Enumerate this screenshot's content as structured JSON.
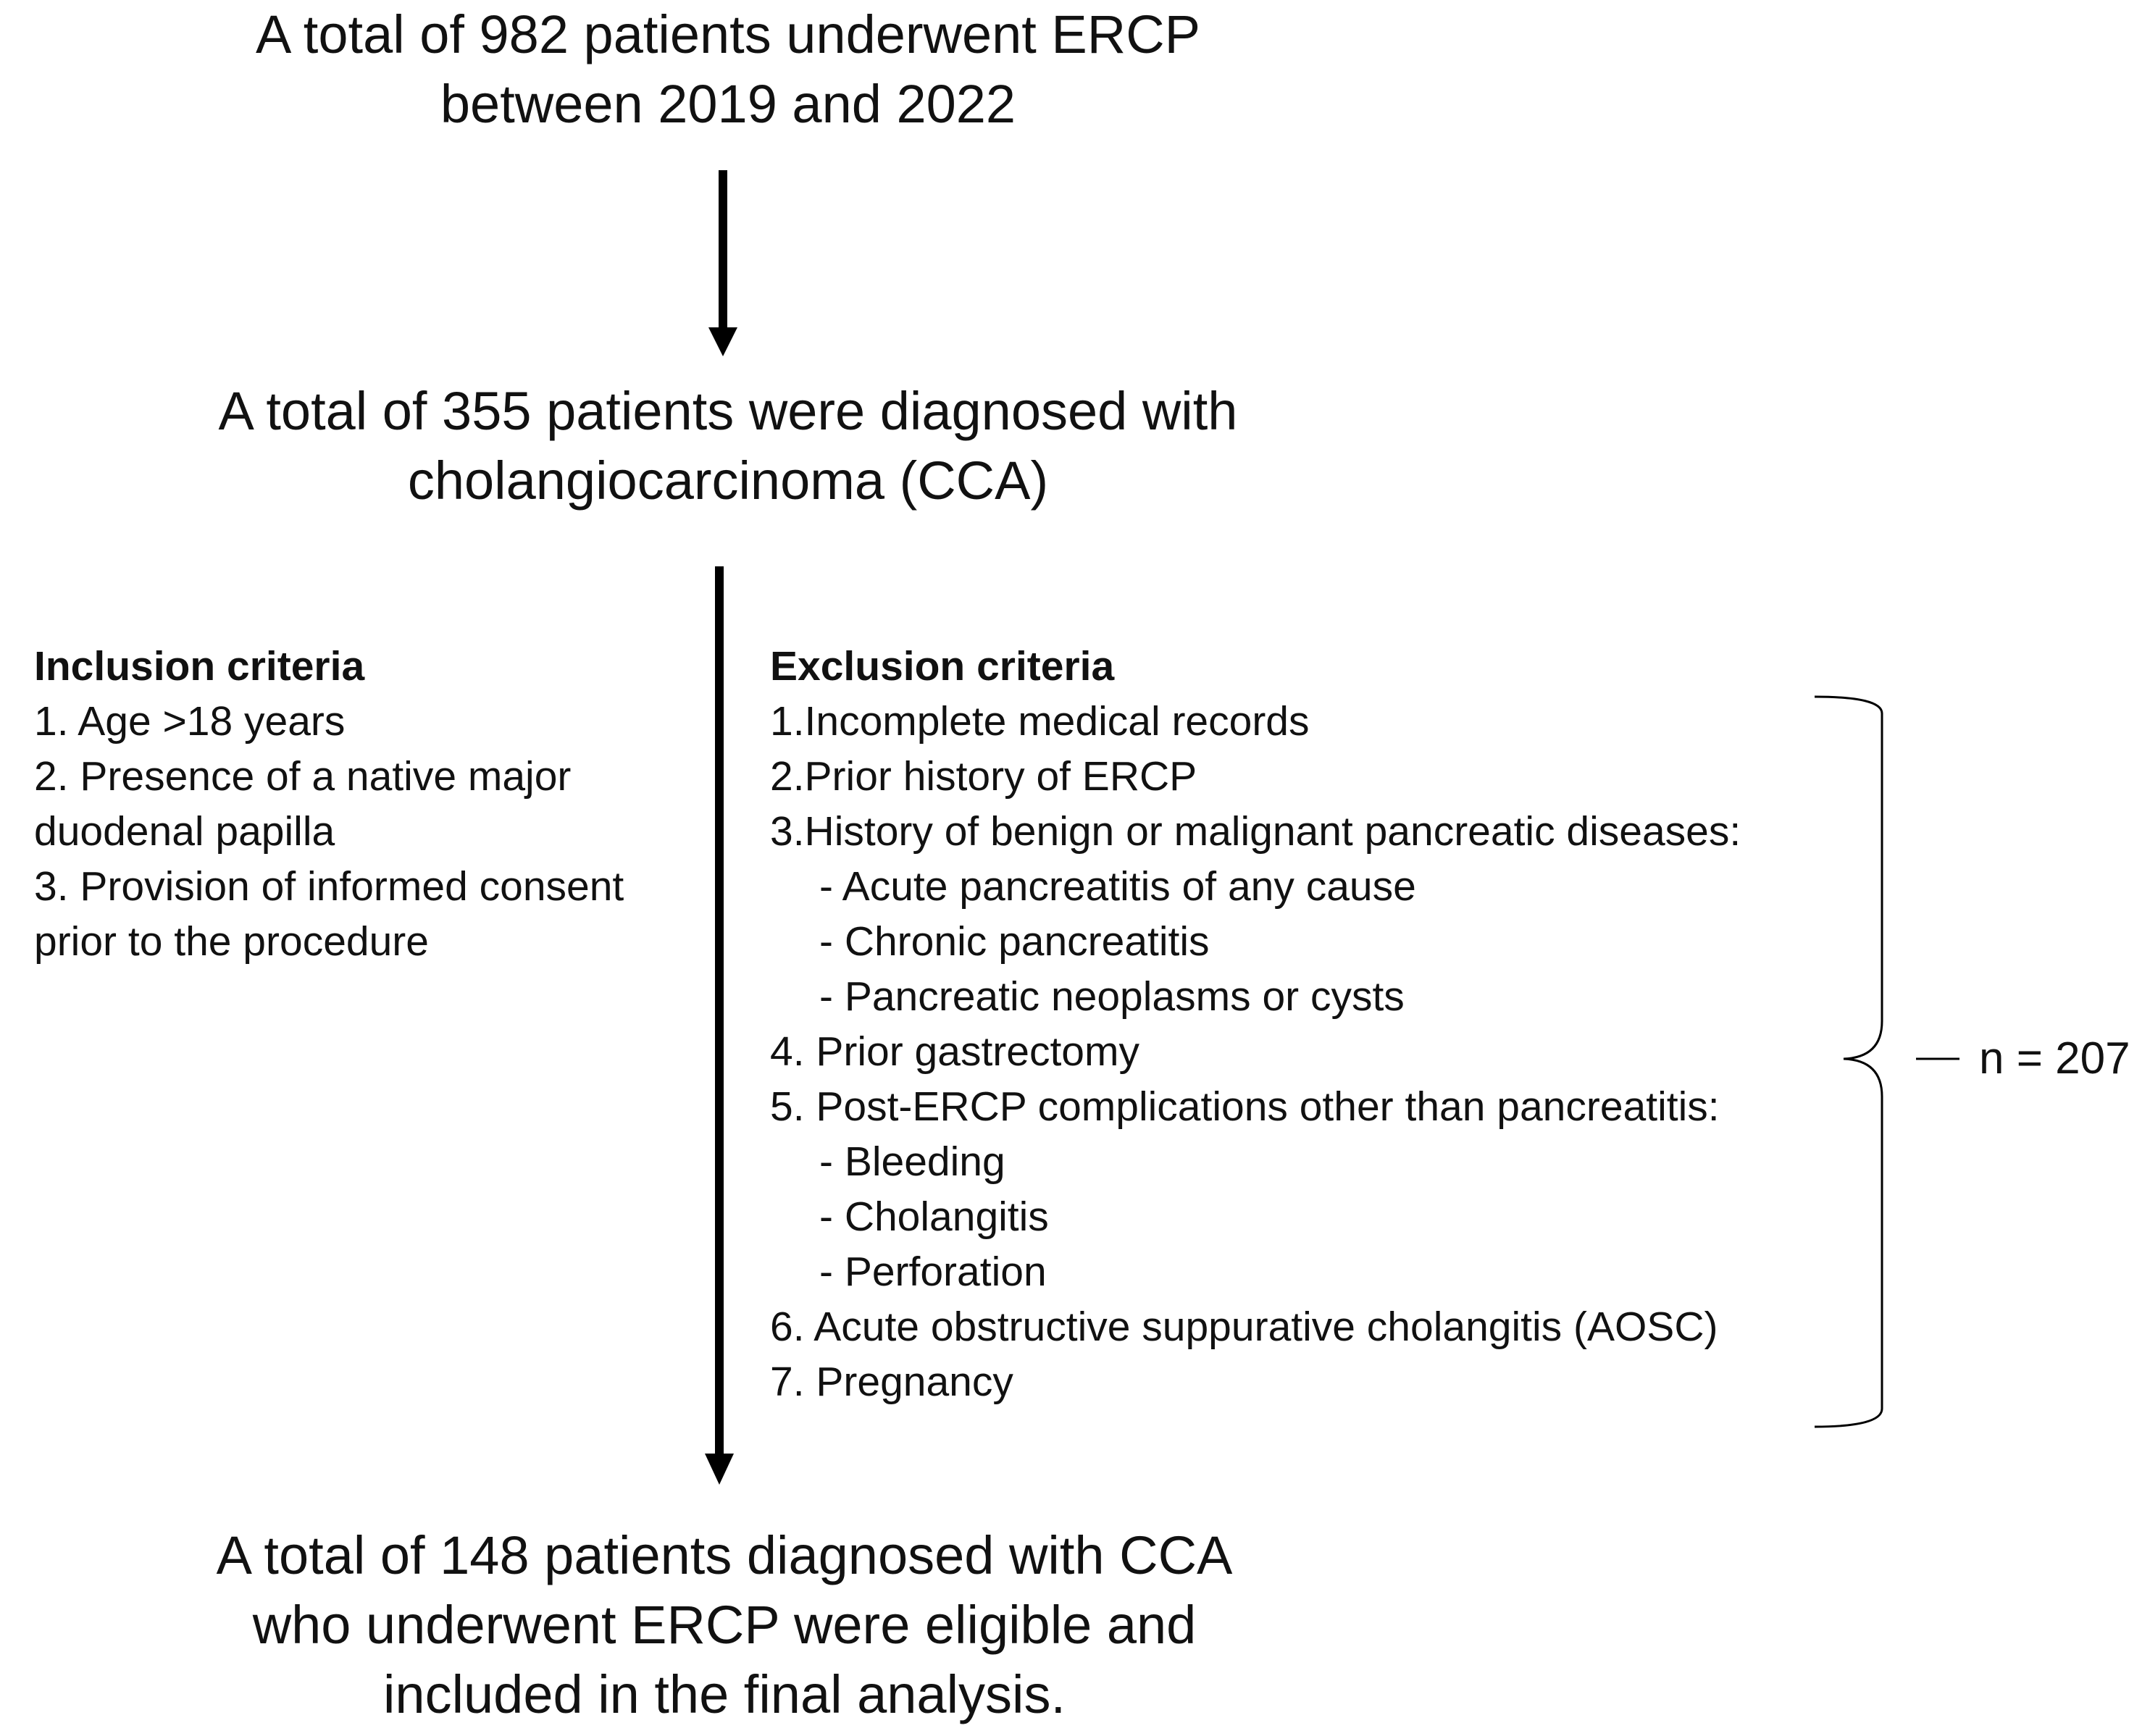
{
  "top_box": {
    "lines": [
      "A total of 982 patients underwent ERCP",
      "between 2019 and 2022"
    ]
  },
  "middle_box": {
    "lines": [
      "A total of 355 patients were diagnosed with",
      "cholangiocarcinoma (CCA)"
    ]
  },
  "inclusion": {
    "heading": "Inclusion criteria",
    "items": [
      "1. Age >18 years",
      "2. Presence of a native major",
      "duodenal papilla",
      "3. Provision of informed consent",
      "prior to the procedure"
    ]
  },
  "exclusion": {
    "heading": "Exclusion criteria",
    "items": [
      "1.Incomplete medical records",
      "2.Prior history of ERCP",
      "3.History of benign or malignant pancreatic diseases:",
      "- Acute pancreatitis of any cause",
      "- Chronic pancreatitis",
      "- Pancreatic neoplasms or cysts",
      "4. Prior gastrectomy",
      "5. Post-ERCP complications other than pancreatitis:",
      "- Bleeding",
      "- Cholangitis",
      "- Perforation",
      "6. Acute obstructive suppurative cholangitis (AOSC)",
      "7. Pregnancy"
    ]
  },
  "excluded_count": "n = 207",
  "bottom_box": {
    "lines": [
      "A total of 148 patients diagnosed with CCA",
      "who underwent ERCP were eligible and",
      "included in the final analysis."
    ]
  }
}
